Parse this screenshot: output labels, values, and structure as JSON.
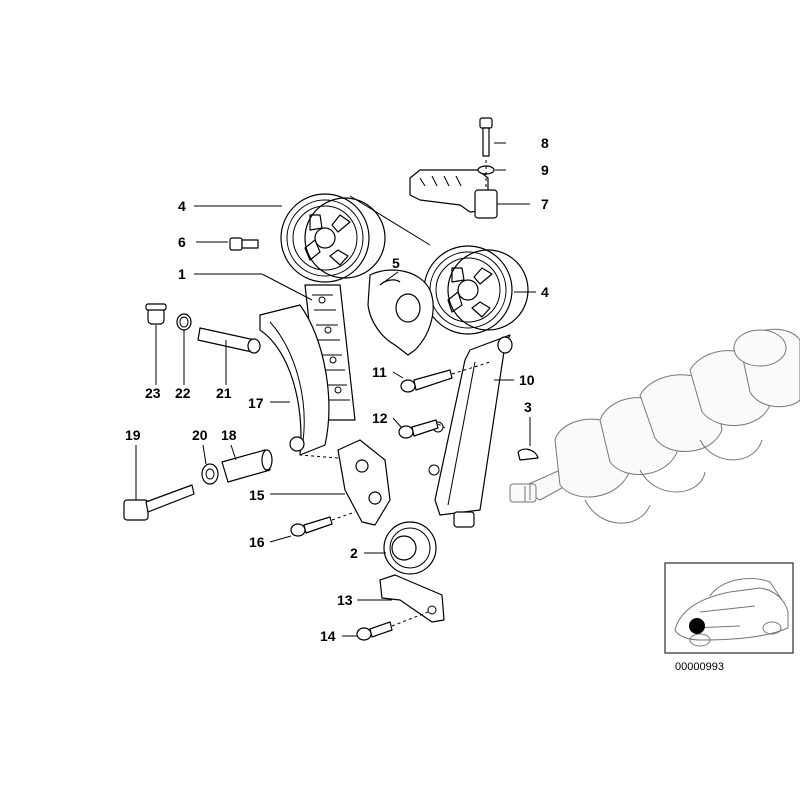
{
  "diagram": {
    "part_numbers": [
      "1",
      "2",
      "3",
      "4",
      "4",
      "5",
      "6",
      "7",
      "8",
      "9",
      "10",
      "11",
      "12",
      "13",
      "14",
      "15",
      "16",
      "17",
      "18",
      "19",
      "20",
      "21",
      "22",
      "23"
    ]
  },
  "thumbnail": {
    "code": "00000993",
    "marker_color": "#000000"
  }
}
